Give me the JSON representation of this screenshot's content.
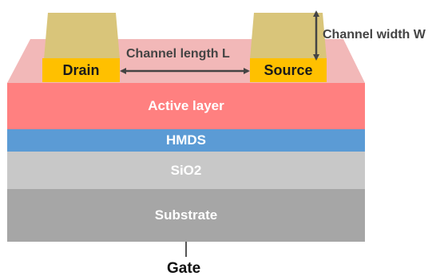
{
  "layers": {
    "active": {
      "label": "Active layer",
      "color": "#ff8080"
    },
    "hmds": {
      "label": "HMDS",
      "color": "#5b9bd5"
    },
    "sio2": {
      "label": "SiO2",
      "color": "#c8c8c8"
    },
    "substrate": {
      "label": "Substrate",
      "color": "#a6a6a6"
    }
  },
  "top_surface_color": "#f2b8b8",
  "electrodes": {
    "drain": {
      "label": "Drain",
      "pad_color": "#ffc000",
      "metal_color": "#d9c57a"
    },
    "source": {
      "label": "Source",
      "pad_color": "#ffc000",
      "metal_color": "#d9c57a"
    }
  },
  "annotations": {
    "channel_length": "Channel length L",
    "channel_width": "Channel width W",
    "gate": "Gate"
  }
}
